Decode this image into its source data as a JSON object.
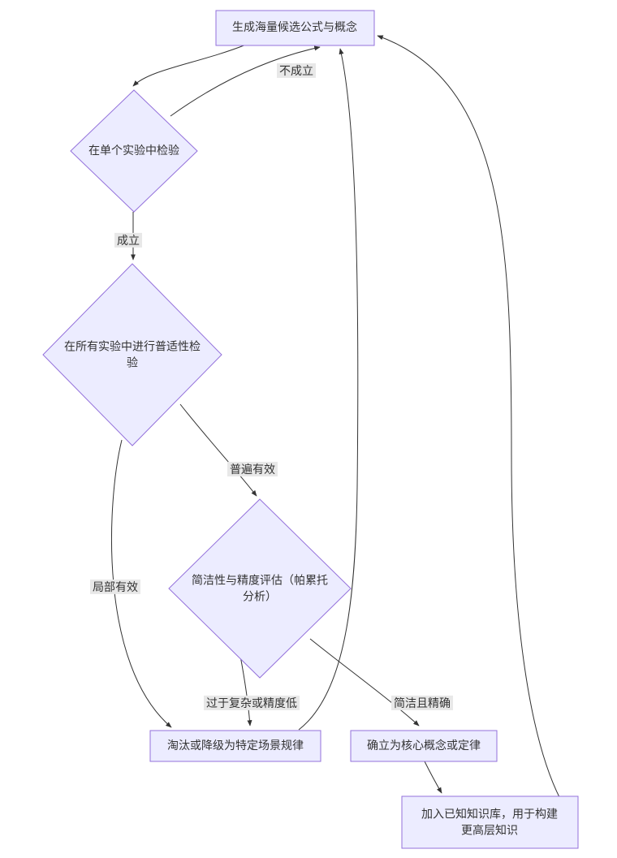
{
  "diagram": {
    "type": "flowchart",
    "colors": {
      "node_fill": "#ECECFF",
      "node_stroke": "#9370DB",
      "edge_stroke": "#333333",
      "edge_label_bg": "#e8e8e8",
      "text": "#333333",
      "background": "#ffffff"
    },
    "nodes": {
      "generate": {
        "shape": "rect",
        "label": "生成海量候选公式与概念"
      },
      "single_test": {
        "shape": "diamond",
        "label": "在单个实验中检验"
      },
      "universal_test": {
        "shape": "diamond",
        "label": "在所有实验中进行普适性检验",
        "lines": [
          "在所有实验中进行普适性检",
          "验"
        ]
      },
      "pareto": {
        "shape": "diamond",
        "label": "简洁性与精度评估（帕累托分析）",
        "lines": [
          "简洁性与精度评估（帕累托",
          "分析）"
        ]
      },
      "downgrade": {
        "shape": "rect",
        "label": "淘汰或降级为特定场景规律"
      },
      "core": {
        "shape": "rect",
        "label": "确立为核心概念或定律"
      },
      "knowledge_base": {
        "shape": "rect",
        "label": "加入已知知识库，用于构建更高层知识",
        "lines": [
          "加入已知知识库，用于构建",
          "更高层知识"
        ]
      }
    },
    "edge_labels": {
      "not_valid": "不成立",
      "valid": "成立",
      "universally_valid": "普遍有效",
      "locally_valid": "局部有效",
      "too_complex": "过于复杂或精度低",
      "simple_precise": "简洁且精确"
    }
  }
}
